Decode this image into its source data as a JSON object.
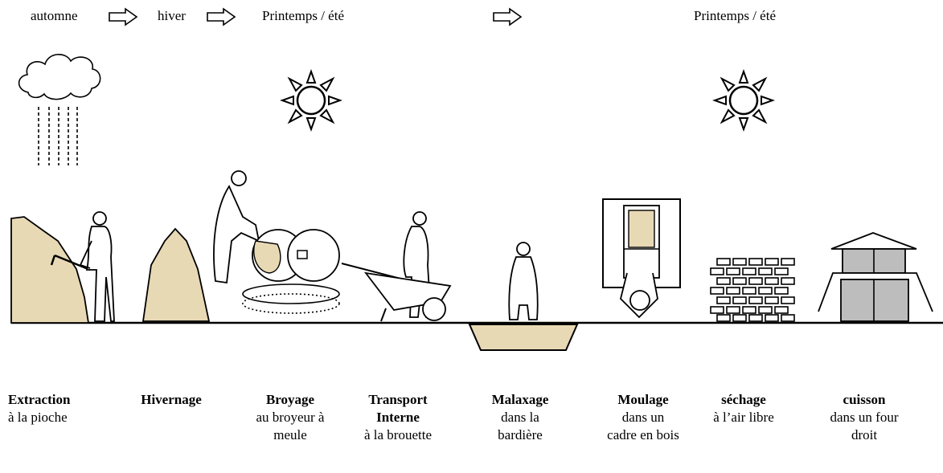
{
  "seasons": {
    "s1": "automne",
    "s2": "hiver",
    "s3": "Printemps / été",
    "s4": "Printemps / été"
  },
  "steps": [
    {
      "title": "Extraction",
      "desc": "à la  pioche"
    },
    {
      "title": "Hivernage",
      "desc": ""
    },
    {
      "title": "Broyage",
      "desc": "au  broyeur à meule"
    },
    {
      "title": "Transport Interne",
      "desc": "à la brouette"
    },
    {
      "title": "Malaxage",
      "desc": "dans la bardière"
    },
    {
      "title": "Moulage",
      "desc": "dans un cadre en bois"
    },
    {
      "title": "séchage",
      "desc": "à l’air libre"
    },
    {
      "title": "cuisson",
      "desc": "dans un four droit"
    }
  ],
  "colors": {
    "clay": "#e8d9b5",
    "line": "#000000",
    "gray": "#bdbdbd"
  }
}
